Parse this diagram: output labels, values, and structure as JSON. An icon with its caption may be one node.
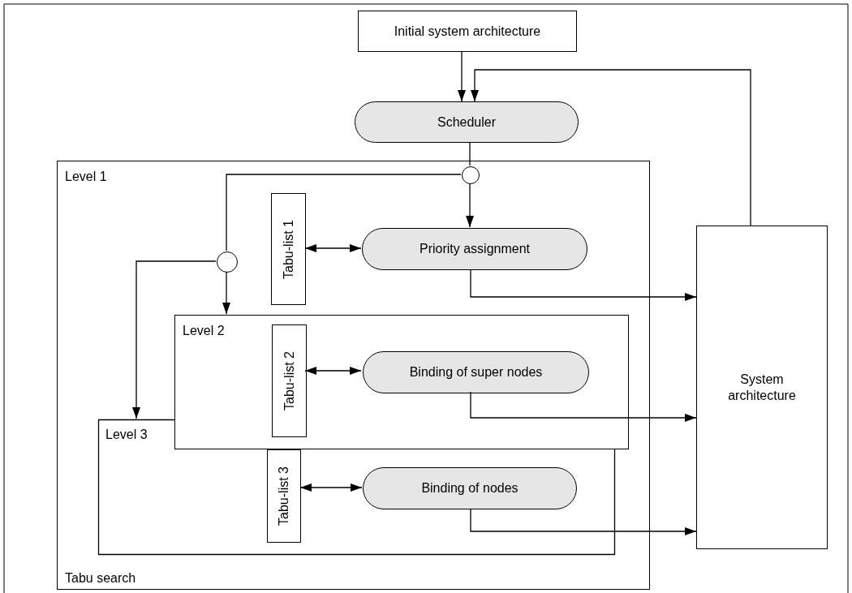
{
  "diagram": {
    "nodes": [
      {
        "text": [
          "Initial system architecture"
        ]
      },
      {
        "text": [
          "Scheduler"
        ]
      },
      {
        "text": [
          "Level 1",
          "Tabu search"
        ]
      },
      {
        "text": [],
        "shape": "circle",
        "in": 2
      },
      {
        "text": [],
        "shape": "circle",
        "in": 2
      },
      {
        "text": [
          "Tabu-list 1"
        ],
        "in": 2
      },
      {
        "text": [
          "Priority assignment"
        ],
        "in": 2
      },
      {
        "text": [
          "System architecture"
        ]
      },
      {
        "text": [
          "Level 2"
        ],
        "in": 2
      },
      {
        "text": [
          "Tabu-list 2"
        ],
        "in": 8
      },
      {
        "text": [
          "Binding of super nodes"
        ],
        "in": 8
      },
      {
        "text": [
          "Level 3"
        ],
        "in": 2
      },
      {
        "text": [
          "Tabu-list 3"
        ],
        "in": 11
      },
      {
        "text": [
          "Binding of nodes"
        ],
        "in": 11
      }
    ],
    "edges": [
      {
        "from": 0,
        "to": 1,
        "arrow": "to"
      },
      {
        "from": 7,
        "to": 1,
        "arrow": "to"
      },
      {
        "from": 1,
        "to": 3,
        "arrow": "none"
      },
      {
        "from": 3,
        "to": 6,
        "arrow": "to"
      },
      {
        "from": 3,
        "to": 4,
        "arrow": "none"
      },
      {
        "from": 4,
        "to": 8,
        "arrow": "to"
      },
      {
        "from": 4,
        "to": 11,
        "arrow": "to"
      },
      {
        "from": 5,
        "to": 6,
        "arrow": "both"
      },
      {
        "from": 9,
        "to": 10,
        "arrow": "both"
      },
      {
        "from": 12,
        "to": 13,
        "arrow": "both"
      },
      {
        "from": 6,
        "to": 7,
        "arrow": "to"
      },
      {
        "from": 10,
        "to": 7,
        "arrow": "to"
      },
      {
        "from": 13,
        "to": 7,
        "arrow": "to"
      }
    ]
  }
}
